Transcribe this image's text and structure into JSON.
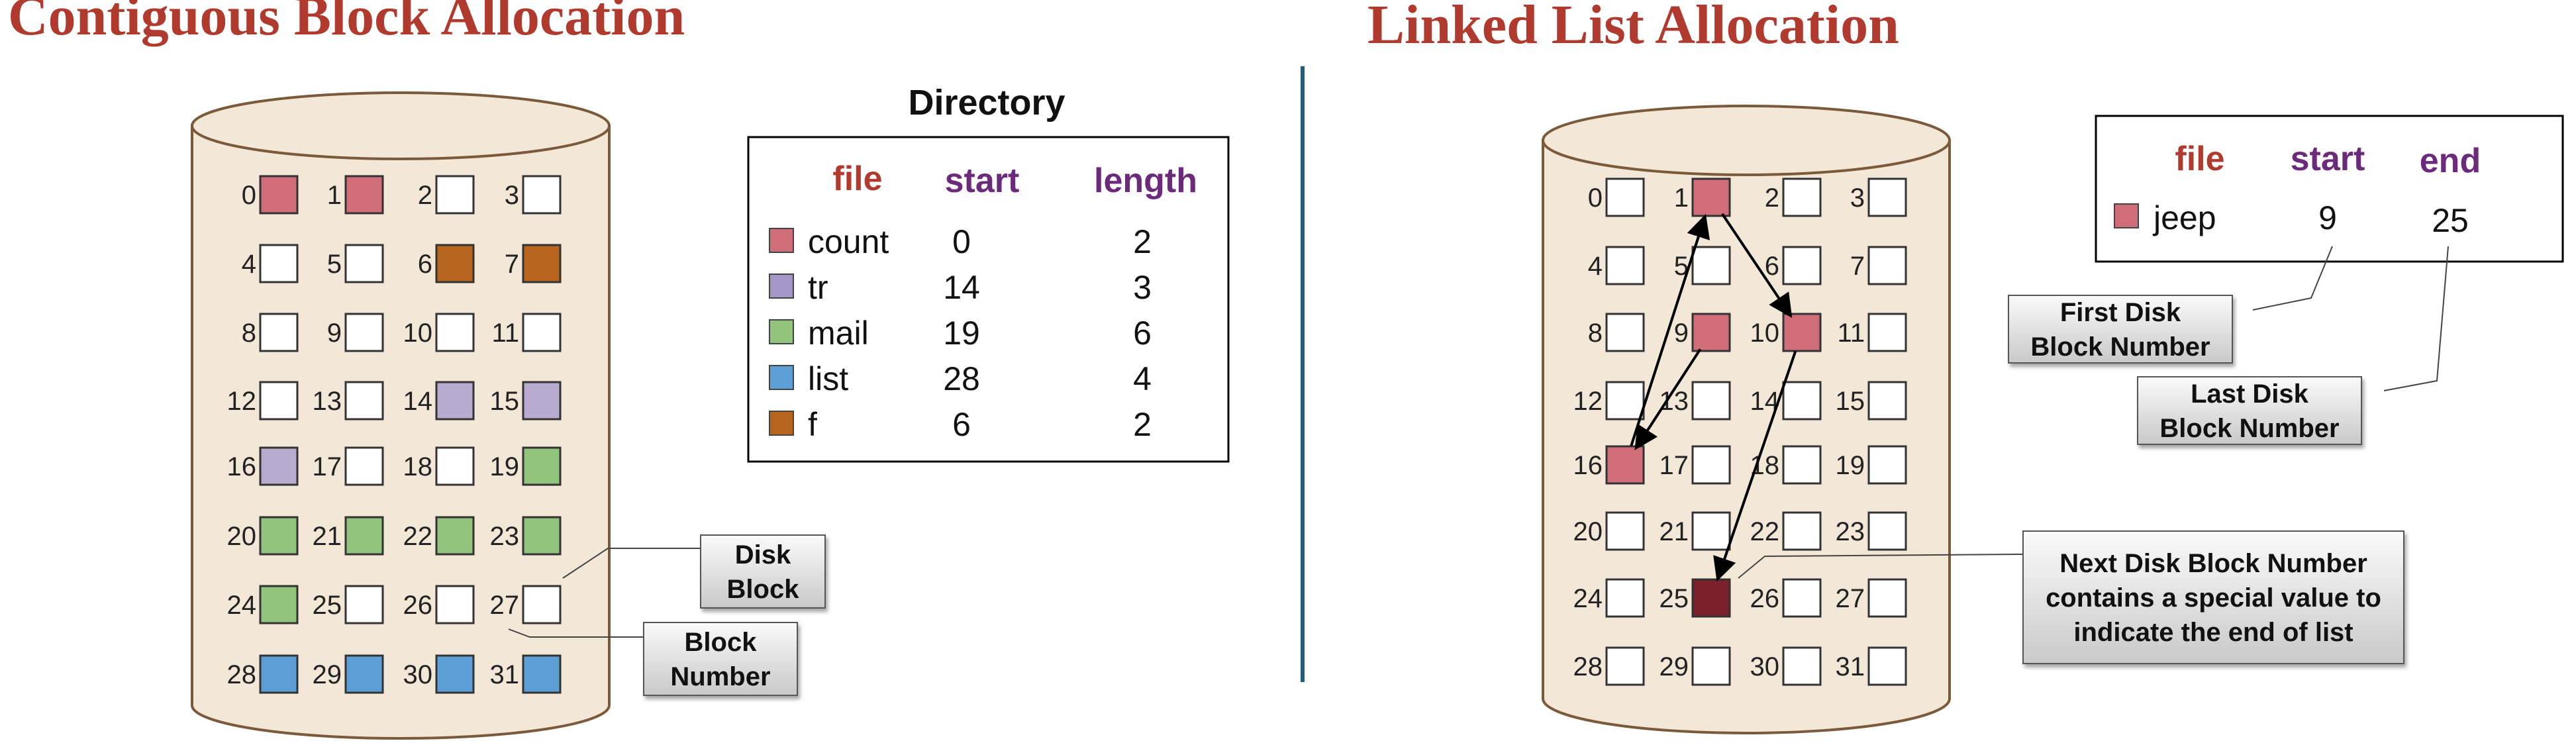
{
  "left": {
    "title": "Contiguous Block Allocation",
    "directory_title": "Directory",
    "headers": [
      "file",
      "start",
      "length"
    ],
    "rows": [
      {
        "file": "count",
        "start": "0",
        "length": "2",
        "color": "#cf6d78"
      },
      {
        "file": "tr",
        "start": "14",
        "length": "3",
        "color": "#a594c6"
      },
      {
        "file": "mail",
        "start": "19",
        "length": "6",
        "color": "#93c47d"
      },
      {
        "file": "list",
        "start": "28",
        "length": "4",
        "color": "#5b9fd6"
      },
      {
        "file": "f",
        "start": "6",
        "length": "2",
        "color": "#b8661f"
      }
    ],
    "block_colors": {
      "0": "#cf6d78",
      "1": "#cf6d78",
      "6": "#b8661f",
      "7": "#b8661f",
      "14": "#b9aacf",
      "15": "#b9aacf",
      "16": "#b9aacf",
      "19": "#93c47d",
      "20": "#93c47d",
      "21": "#93c47d",
      "22": "#93c47d",
      "23": "#93c47d",
      "24": "#93c47d",
      "28": "#5b9fd6",
      "29": "#5b9fd6",
      "30": "#5b9fd6",
      "31": "#5b9fd6"
    },
    "callout_disk_block": "Disk\nBlock",
    "callout_block_number": "Block\nNumber"
  },
  "right": {
    "title": "Linked List Allocation",
    "headers": [
      "file",
      "start",
      "end"
    ],
    "row": {
      "file": "jeep",
      "start": "9",
      "end": "25",
      "color": "#cf6d78"
    },
    "block_colors": {
      "1": "#cf6d78",
      "9": "#cf6d78",
      "10": "#cf6d78",
      "16": "#cf6d78",
      "25": "#7a1f2b"
    },
    "chain": [
      9,
      16,
      1,
      10,
      25
    ],
    "callout_first": "First Disk\nBlock Number",
    "callout_last": "Last Disk\nBlock Number",
    "callout_next": "Next Disk Block Number\ncontains a special value to\nindicate the end of list"
  },
  "colors": {
    "title": "#b03a2e",
    "header_file": "#b03a2e",
    "header_other": "#6b2a7a",
    "cylinder_fill": "#f3e7d8",
    "cylinder_stroke": "#7a5a3a",
    "divider": "#1f5f7a"
  }
}
